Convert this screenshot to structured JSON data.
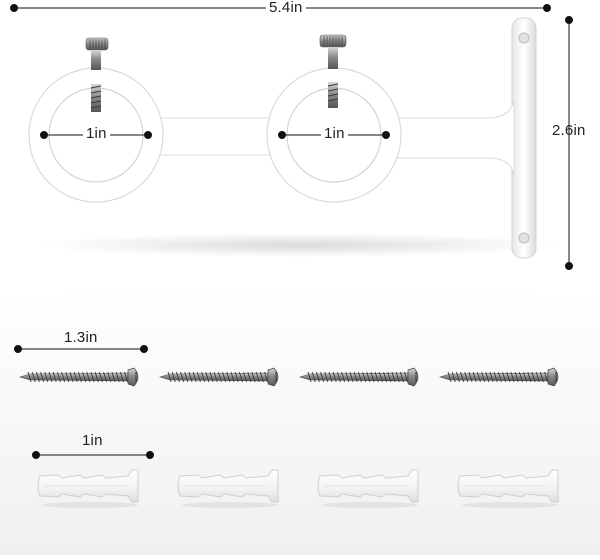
{
  "dimensions": {
    "bracket_width": "5.4in",
    "bracket_height": "2.6in",
    "ring_inner_left": "1in",
    "ring_inner_right": "1in",
    "screw_length": "1.3in",
    "anchor_length": "1in"
  },
  "hardware": {
    "screws_count": 4,
    "anchors_count": 4
  },
  "colors": {
    "background_top": "#ffffff",
    "background_bottom": "#f1f1f1",
    "bracket": "#ffffff",
    "bracket_edge": "#d9d9d9",
    "metal": "#9a9a9a",
    "dimension_line": "#111111",
    "anchor": "#fafafa"
  }
}
